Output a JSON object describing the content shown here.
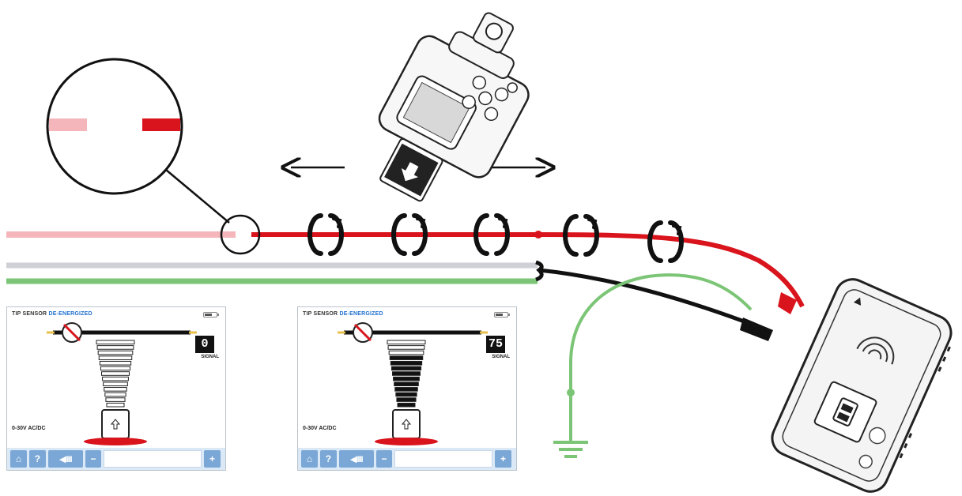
{
  "diagram": {
    "colors": {
      "energized_wire": "#d9141c",
      "faded_wire": "#f4b6bb",
      "neutral_wire": "#cfcfd6",
      "ground_wire": "#7cc576",
      "black_lead": "#111111",
      "ui_blue": "#7aa7d6",
      "state_blue": "#1f6fd1"
    },
    "icons": [
      "handheld-receiver",
      "magnifier-circle",
      "arrow-left",
      "arrow-right",
      "signal-rotation-icon",
      "ground-symbol",
      "transmitter-unit"
    ]
  },
  "panels": [
    {
      "title_prefix": "TIP SENSOR",
      "title_state": "DE-ENERGIZED",
      "signal_value": "0",
      "signal_label": "SIGNAL",
      "range_label": "0-30V AC/DC",
      "signal_level": 0,
      "toolbar": {
        "home": "⌂",
        "help": "?",
        "volume": "◀IIII",
        "minus": "−",
        "plus": "+"
      }
    },
    {
      "title_prefix": "TIP SENSOR",
      "title_state": "DE-ENERGIZED",
      "signal_value": "75",
      "signal_label": "SIGNAL",
      "range_label": "0-30V AC/DC",
      "signal_level": 0.75,
      "toolbar": {
        "home": "⌂",
        "help": "?",
        "volume": "◀IIII",
        "minus": "−",
        "plus": "+"
      }
    }
  ]
}
